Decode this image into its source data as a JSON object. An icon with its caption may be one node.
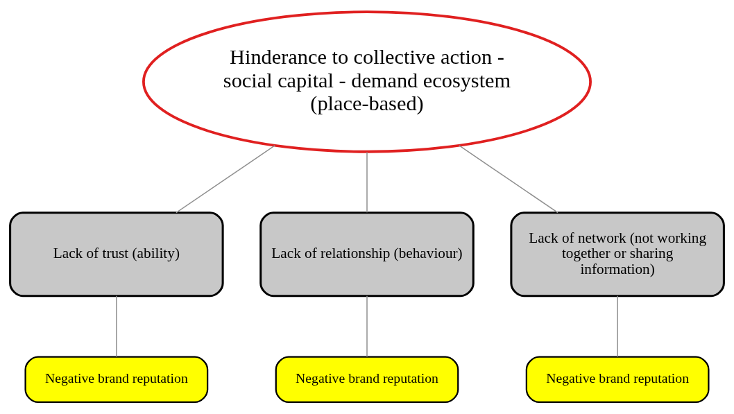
{
  "diagram": {
    "nodes": [
      {
        "text": [
          "Hinderance to collective action - social capital - demand ecosystem (place-based)"
        ]
      },
      {
        "text": [
          "Lack of trust (ability)"
        ]
      },
      {
        "text": [
          "Lack of relationship (behaviour)"
        ]
      },
      {
        "text": [
          "Lack of network (not working together or sharing information)"
        ]
      },
      {
        "text": [
          "Negative brand reputation"
        ]
      },
      {
        "text": [
          "Negative brand reputation"
        ]
      },
      {
        "text": [
          "Negative brand reputation"
        ]
      }
    ],
    "edges": [
      {
        "from": 0,
        "to": 1,
        "arrow": "none"
      },
      {
        "from": 0,
        "to": 2,
        "arrow": "none"
      },
      {
        "from": 0,
        "to": 3,
        "arrow": "none"
      },
      {
        "from": 1,
        "to": 4,
        "arrow": "none"
      },
      {
        "from": 2,
        "to": 5,
        "arrow": "none"
      },
      {
        "from": 3,
        "to": 6,
        "arrow": "none"
      }
    ]
  }
}
